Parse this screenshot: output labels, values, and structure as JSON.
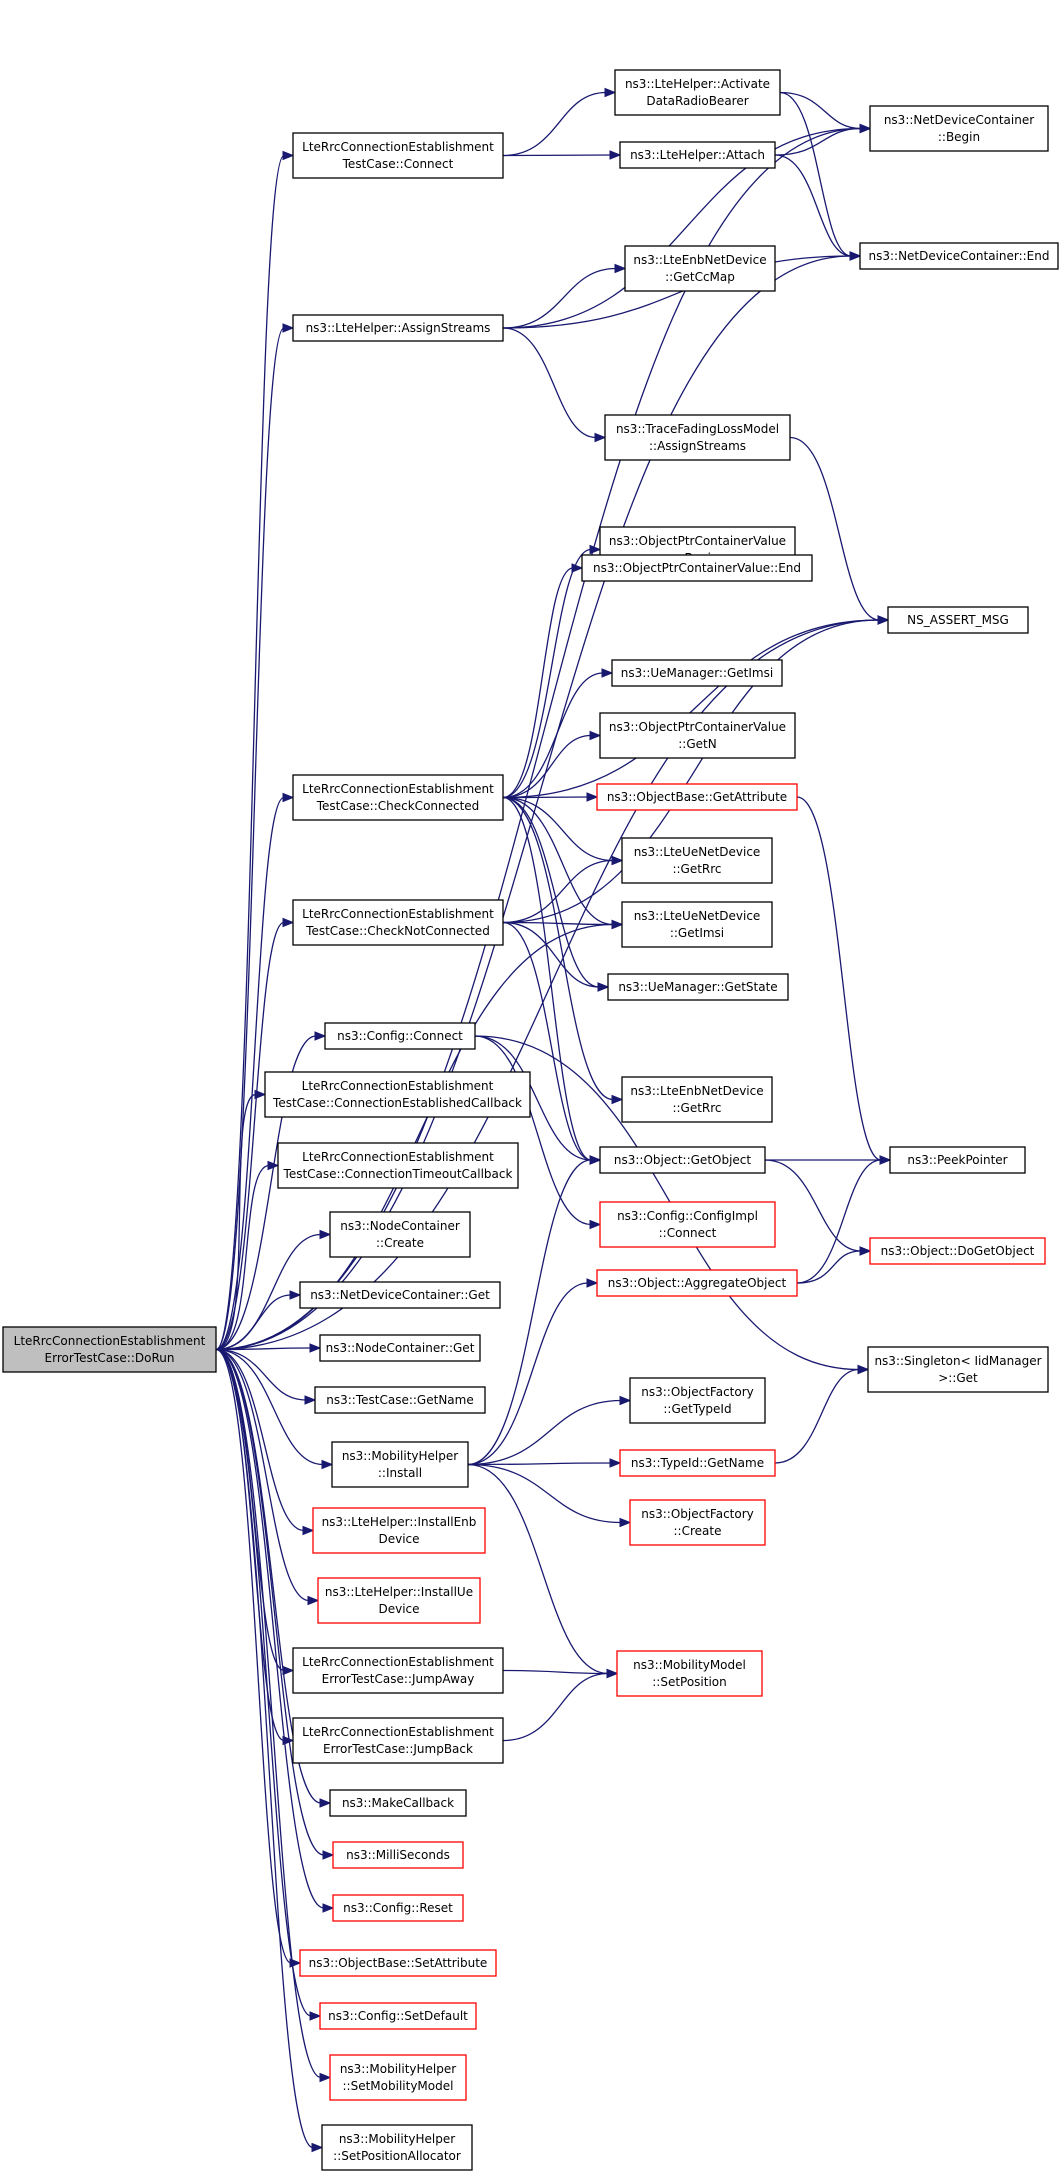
{
  "colors": {
    "edge": "#191970",
    "box_border": "#000000",
    "truncated_border": "#ff0000",
    "root_fill": "#bfbfbf",
    "background": "#ffffff"
  },
  "nodes": [
    {
      "id": "root",
      "lines": [
        "LteRrcConnectionEstablishment",
        "ErrorTestCase::DoRun"
      ],
      "style": "root"
    },
    {
      "id": "n1",
      "lines": [
        "LteRrcConnectionEstablishment",
        "TestCase::Connect"
      ],
      "style": "normal"
    },
    {
      "id": "n2",
      "lines": [
        "ns3::LteHelper::Activate",
        "DataRadioBearer"
      ],
      "style": "normal"
    },
    {
      "id": "n3",
      "lines": [
        "ns3::NetDeviceContainer",
        "::Begin"
      ],
      "style": "normal"
    },
    {
      "id": "n4",
      "lines": [
        "ns3::NetDeviceContainer::End"
      ],
      "style": "normal"
    },
    {
      "id": "n5",
      "lines": [
        "ns3::LteHelper::Attach"
      ],
      "style": "normal"
    },
    {
      "id": "n6",
      "lines": [
        "ns3::LteHelper::AssignStreams"
      ],
      "style": "normal"
    },
    {
      "id": "n7",
      "lines": [
        "ns3::LteEnbNetDevice",
        "::GetCcMap"
      ],
      "style": "normal"
    },
    {
      "id": "n8",
      "lines": [
        "ns3::TraceFadingLossModel",
        "::AssignStreams"
      ],
      "style": "normal"
    },
    {
      "id": "n9",
      "lines": [
        "NS_ASSERT_MSG"
      ],
      "style": "normal"
    },
    {
      "id": "n10",
      "lines": [
        "LteRrcConnectionEstablishment",
        "TestCase::CheckConnected"
      ],
      "style": "normal"
    },
    {
      "id": "n11",
      "lines": [
        "ns3::ObjectPtrContainerValue",
        "::Begin"
      ],
      "style": "normal"
    },
    {
      "id": "n12",
      "lines": [
        "ns3::ObjectPtrContainerValue::End"
      ],
      "style": "normal"
    },
    {
      "id": "n13",
      "lines": [
        "ns3::UeManager::GetImsi"
      ],
      "style": "normal"
    },
    {
      "id": "n14",
      "lines": [
        "ns3::ObjectPtrContainerValue",
        "::GetN"
      ],
      "style": "normal"
    },
    {
      "id": "n15",
      "lines": [
        "ns3::ObjectBase::GetAttribute"
      ],
      "style": "red"
    },
    {
      "id": "n16",
      "lines": [
        "ns3::LteUeNetDevice",
        "::GetRrc"
      ],
      "style": "normal"
    },
    {
      "id": "n17",
      "lines": [
        "ns3::LteUeNetDevice",
        "::GetImsi"
      ],
      "style": "normal"
    },
    {
      "id": "n18",
      "lines": [
        "ns3::UeManager::GetState"
      ],
      "style": "normal"
    },
    {
      "id": "n19",
      "lines": [
        "ns3::LteEnbNetDevice",
        "::GetRrc"
      ],
      "style": "normal"
    },
    {
      "id": "n20",
      "lines": [
        "ns3::Object::GetObject"
      ],
      "style": "normal"
    },
    {
      "id": "n21",
      "lines": [
        "ns3::PeekPointer"
      ],
      "style": "normal"
    },
    {
      "id": "n22",
      "lines": [
        "ns3::Object::DoGetObject"
      ],
      "style": "red"
    },
    {
      "id": "n23",
      "lines": [
        "LteRrcConnectionEstablishment",
        "TestCase::CheckNotConnected"
      ],
      "style": "normal"
    },
    {
      "id": "n24",
      "lines": [
        "ns3::Config::Connect"
      ],
      "style": "normal"
    },
    {
      "id": "n25",
      "lines": [
        "ns3::Config::ConfigImpl",
        "::Connect"
      ],
      "style": "red"
    },
    {
      "id": "n26",
      "lines": [
        "ns3::Singleton< IidManager",
        ">::Get"
      ],
      "style": "normal"
    },
    {
      "id": "n27",
      "lines": [
        "LteRrcConnectionEstablishment",
        "TestCase::ConnectionEstablishedCallback"
      ],
      "style": "normal"
    },
    {
      "id": "n28",
      "lines": [
        "LteRrcConnectionEstablishment",
        "TestCase::ConnectionTimeoutCallback"
      ],
      "style": "normal"
    },
    {
      "id": "n29",
      "lines": [
        "ns3::NodeContainer",
        "::Create"
      ],
      "style": "normal"
    },
    {
      "id": "n30",
      "lines": [
        "ns3::NetDeviceContainer::Get"
      ],
      "style": "normal"
    },
    {
      "id": "n31",
      "lines": [
        "ns3::NodeContainer::Get"
      ],
      "style": "normal"
    },
    {
      "id": "n32",
      "lines": [
        "ns3::TestCase::GetName"
      ],
      "style": "normal"
    },
    {
      "id": "n33",
      "lines": [
        "ns3::MobilityHelper",
        "::Install"
      ],
      "style": "normal"
    },
    {
      "id": "n34",
      "lines": [
        "ns3::Object::AggregateObject"
      ],
      "style": "red"
    },
    {
      "id": "n35",
      "lines": [
        "ns3::ObjectFactory",
        "::GetTypeId"
      ],
      "style": "normal"
    },
    {
      "id": "n36",
      "lines": [
        "ns3::TypeId::GetName"
      ],
      "style": "red"
    },
    {
      "id": "n37",
      "lines": [
        "ns3::ObjectFactory",
        "::Create"
      ],
      "style": "red"
    },
    {
      "id": "n38",
      "lines": [
        "ns3::MobilityModel",
        "::SetPosition"
      ],
      "style": "red"
    },
    {
      "id": "n39",
      "lines": [
        "ns3::LteHelper::InstallEnb",
        "Device"
      ],
      "style": "red"
    },
    {
      "id": "n40",
      "lines": [
        "ns3::LteHelper::InstallUe",
        "Device"
      ],
      "style": "red"
    },
    {
      "id": "n41",
      "lines": [
        "LteRrcConnectionEstablishment",
        "ErrorTestCase::JumpAway"
      ],
      "style": "normal"
    },
    {
      "id": "n42",
      "lines": [
        "LteRrcConnectionEstablishment",
        "ErrorTestCase::JumpBack"
      ],
      "style": "normal"
    },
    {
      "id": "n43",
      "lines": [
        "ns3::MakeCallback"
      ],
      "style": "normal"
    },
    {
      "id": "n44",
      "lines": [
        "ns3::MilliSeconds"
      ],
      "style": "red"
    },
    {
      "id": "n45",
      "lines": [
        "ns3::Config::Reset"
      ],
      "style": "red"
    },
    {
      "id": "n46",
      "lines": [
        "ns3::ObjectBase::SetAttribute"
      ],
      "style": "red"
    },
    {
      "id": "n47",
      "lines": [
        "ns3::Config::SetDefault"
      ],
      "style": "red"
    },
    {
      "id": "n48",
      "lines": [
        "ns3::MobilityHelper",
        "::SetMobilityModel"
      ],
      "style": "red"
    },
    {
      "id": "n49",
      "lines": [
        "ns3::MobilityHelper",
        "::SetPositionAllocator"
      ],
      "style": "normal"
    }
  ],
  "edges": [
    [
      "root",
      "n3"
    ],
    [
      "root",
      "n1"
    ],
    [
      "root",
      "n6"
    ],
    [
      "root",
      "n4"
    ],
    [
      "root",
      "n10"
    ],
    [
      "root",
      "n23"
    ],
    [
      "root",
      "n17"
    ],
    [
      "root",
      "n9"
    ],
    [
      "root",
      "n24"
    ],
    [
      "root",
      "n27"
    ],
    [
      "root",
      "n28"
    ],
    [
      "root",
      "n29"
    ],
    [
      "root",
      "n30"
    ],
    [
      "root",
      "n31"
    ],
    [
      "root",
      "n32"
    ],
    [
      "root",
      "n33"
    ],
    [
      "root",
      "n39"
    ],
    [
      "root",
      "n40"
    ],
    [
      "root",
      "n41"
    ],
    [
      "root",
      "n42"
    ],
    [
      "root",
      "n43"
    ],
    [
      "root",
      "n44"
    ],
    [
      "root",
      "n45"
    ],
    [
      "root",
      "n46"
    ],
    [
      "root",
      "n47"
    ],
    [
      "root",
      "n48"
    ],
    [
      "root",
      "n49"
    ],
    [
      "n1",
      "n2"
    ],
    [
      "n1",
      "n5"
    ],
    [
      "n2",
      "n3"
    ],
    [
      "n2",
      "n4"
    ],
    [
      "n5",
      "n3"
    ],
    [
      "n5",
      "n4"
    ],
    [
      "n6",
      "n3"
    ],
    [
      "n6",
      "n7"
    ],
    [
      "n6",
      "n4"
    ],
    [
      "n6",
      "n8"
    ],
    [
      "n8",
      "n9"
    ],
    [
      "n10",
      "n11"
    ],
    [
      "n10",
      "n12"
    ],
    [
      "n10",
      "n9"
    ],
    [
      "n10",
      "n13"
    ],
    [
      "n10",
      "n14"
    ],
    [
      "n10",
      "n15"
    ],
    [
      "n10",
      "n16"
    ],
    [
      "n10",
      "n17"
    ],
    [
      "n10",
      "n18"
    ],
    [
      "n10",
      "n19"
    ],
    [
      "n10",
      "n20"
    ],
    [
      "n15",
      "n21"
    ],
    [
      "n23",
      "n16"
    ],
    [
      "n23",
      "n17"
    ],
    [
      "n23",
      "n18"
    ],
    [
      "n23",
      "n9"
    ],
    [
      "n23",
      "n20"
    ],
    [
      "n24",
      "n20"
    ],
    [
      "n24",
      "n25"
    ],
    [
      "n24",
      "n26"
    ],
    [
      "n20",
      "n21"
    ],
    [
      "n20",
      "n22"
    ],
    [
      "n34",
      "n21"
    ],
    [
      "n34",
      "n22"
    ],
    [
      "n33",
      "n20"
    ],
    [
      "n33",
      "n34"
    ],
    [
      "n33",
      "n35"
    ],
    [
      "n33",
      "n36"
    ],
    [
      "n33",
      "n37"
    ],
    [
      "n33",
      "n38"
    ],
    [
      "n36",
      "n26"
    ],
    [
      "n41",
      "n38"
    ],
    [
      "n42",
      "n38"
    ]
  ]
}
